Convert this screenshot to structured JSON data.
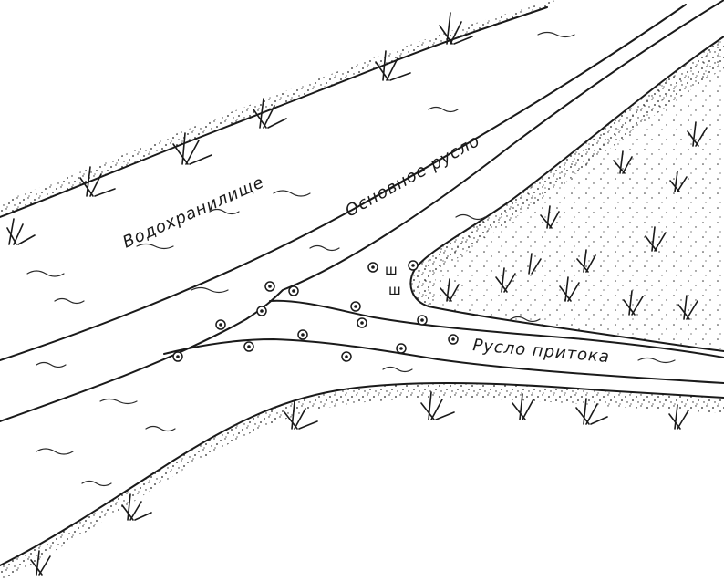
{
  "labels": {
    "reservoir": "Водохранилище",
    "main_channel": "Основное русло",
    "tributary_channel": "Русло притока"
  },
  "colors": {
    "ink": "#1a1a1a",
    "background": "#ffffff"
  },
  "markers": {
    "symbol": "circle-dot",
    "count": 15
  },
  "weed_symbol": "ш"
}
